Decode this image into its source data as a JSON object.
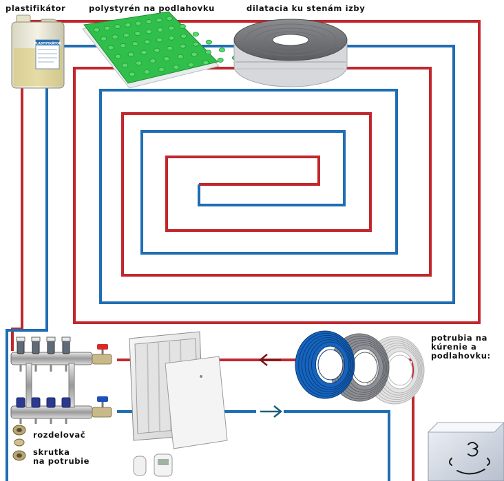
{
  "labels": {
    "plastifikator": "plastifikátor",
    "polystyren": "polystyrén na podlahovku",
    "dilatacia": "dilatacia ku stenám izby",
    "potrubia_line1": "potrubia na",
    "potrubia_line2": "kúrenie a",
    "potrubia_line3": "podlahovku:",
    "rozdelovac": "rozdelovač",
    "skrutka_line1": "skrutka",
    "skrutka_line2": "na potrubie"
  },
  "canister_label": "PLASTIFIKÁTOR",
  "colors": {
    "supply_pipe": "#c1272d",
    "return_pipe": "#1f6db3",
    "arrow_supply": "#7a1416",
    "arrow_return": "#1d5d7a",
    "polystyrene": "#2fbf4a",
    "coil_blue": "#1565c0",
    "coil_gray": "#8d9096",
    "coil_white": "#e3e3e3"
  },
  "icons": {
    "canister": "canister-icon",
    "polystyrene_board": "polystyrene-board-icon",
    "insulation_roll": "insulation-roll-icon",
    "manifold": "manifold-icon",
    "cabinet": "manifold-cabinet-icon",
    "pipe_coils": "pipe-coils-icon",
    "boiler": "boiler-icon",
    "flow_left": "arrow-left-icon",
    "flow_right": "arrow-right-icon"
  }
}
